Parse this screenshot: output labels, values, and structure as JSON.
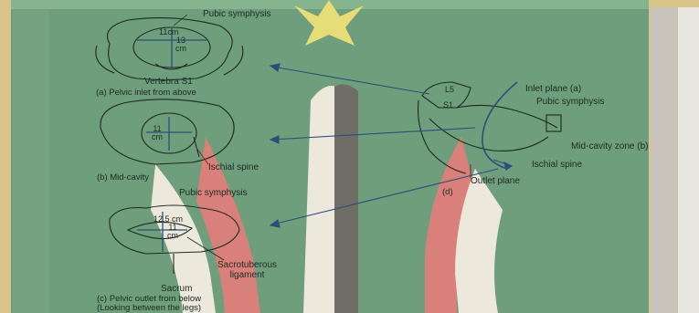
{
  "labels": {
    "pubic_symphysis_a": "Pubic symphysis",
    "dim_11cm_a": "11cm",
    "dim_13cm_a": "13\ncm",
    "vertebra_s1": "Vertebra S1",
    "caption_a": "(a) Pelvic inlet from above",
    "dim_11cm_b": "11\ncm",
    "ischial_spine_b": "Ischial spine",
    "caption_b": "(b) Mid-cavity",
    "pubic_symphysis_c": "Pubic symphysis",
    "dim_12_5cm_c": "12.5 cm",
    "dim_11cm_c": "11\ncm",
    "sacrotuberous_ligament": "Sacrotuberous\nligament",
    "sacrum": "Sacrum",
    "caption_c": "(c) Pelvic outlet from below\n(Looking between the legs)",
    "l5": "L5",
    "s1": "S1",
    "inlet_plane": "Inlet plane (a)",
    "pubic_symphysis_d": "Pubic symphysis",
    "mid_cavity_zone": "Mid-cavity zone (b)",
    "ischial_spine_d": "Ischial spine",
    "caption_d": "(d)",
    "outlet_plane": "Outlet plane"
  },
  "colors": {
    "board": "#6f9e7c",
    "frame_yellow": "#d9c48a",
    "star": "#e6dc78",
    "red_band": "#d9807a",
    "white_band": "#ece8dc",
    "dark_bar": "#6e6e66",
    "ink": "#1d2a22",
    "arrow": "#2b4f7a"
  }
}
